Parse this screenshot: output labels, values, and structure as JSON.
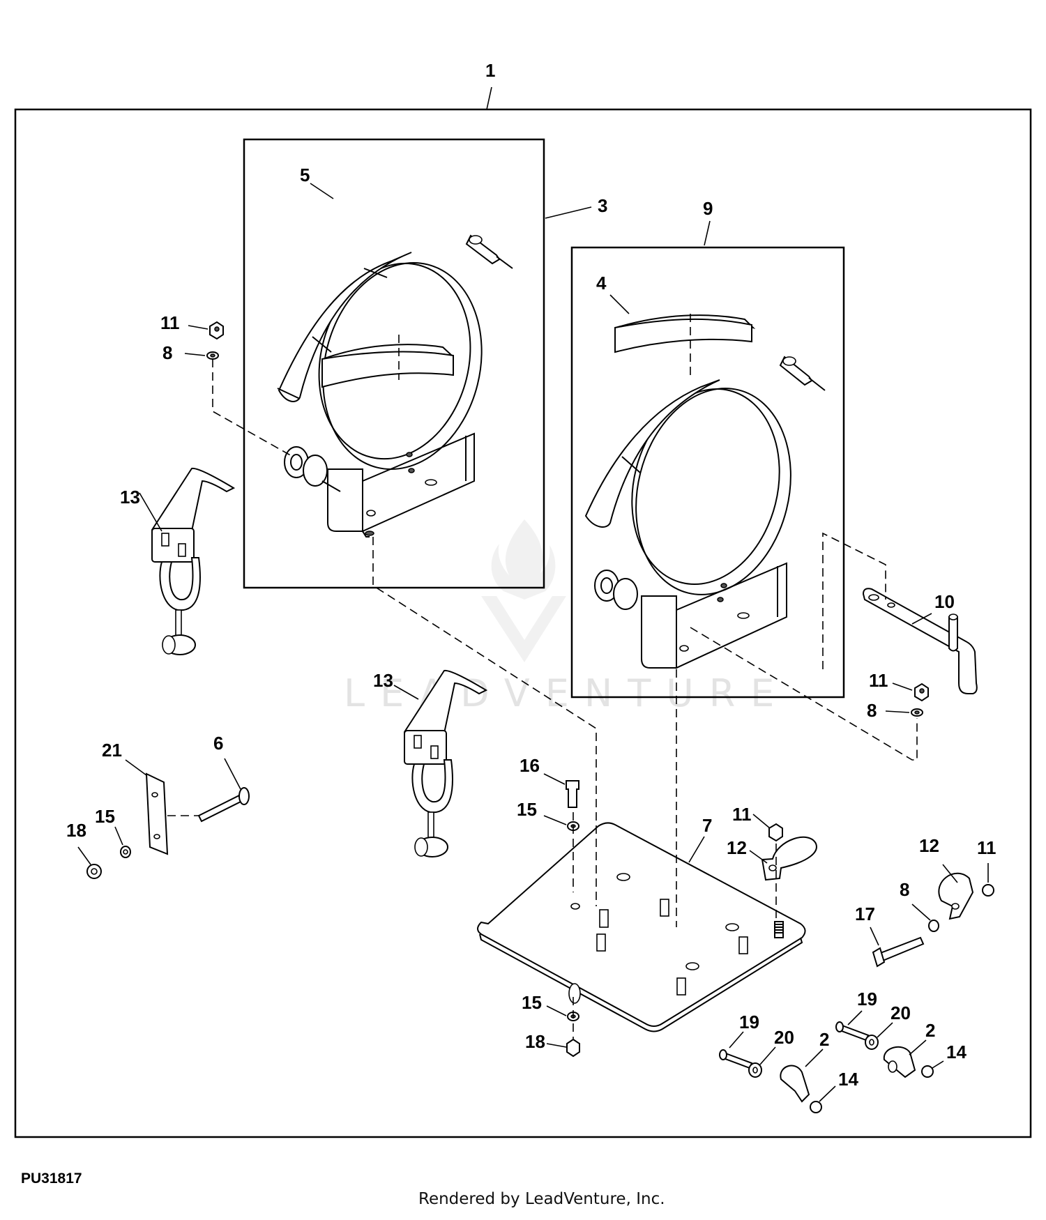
{
  "diagram": {
    "callouts": [
      {
        "id": "c1",
        "text": "1"
      },
      {
        "id": "c3",
        "text": "3"
      },
      {
        "id": "c5",
        "text": "5"
      },
      {
        "id": "c9",
        "text": "9"
      },
      {
        "id": "c4",
        "text": "4"
      },
      {
        "id": "c11a",
        "text": "11"
      },
      {
        "id": "c8a",
        "text": "8"
      },
      {
        "id": "c13a",
        "text": "13"
      },
      {
        "id": "c10",
        "text": "10"
      },
      {
        "id": "c11b",
        "text": "11"
      },
      {
        "id": "c8b",
        "text": "8"
      },
      {
        "id": "c13b",
        "text": "13"
      },
      {
        "id": "c21",
        "text": "21"
      },
      {
        "id": "c6",
        "text": "6"
      },
      {
        "id": "c15a",
        "text": "15"
      },
      {
        "id": "c18a",
        "text": "18"
      },
      {
        "id": "c16",
        "text": "16"
      },
      {
        "id": "c15b",
        "text": "15"
      },
      {
        "id": "c11c",
        "text": "11"
      },
      {
        "id": "c7",
        "text": "7"
      },
      {
        "id": "c12a",
        "text": "12"
      },
      {
        "id": "c12b",
        "text": "12"
      },
      {
        "id": "c11d",
        "text": "11"
      },
      {
        "id": "c8c",
        "text": "8"
      },
      {
        "id": "c17",
        "text": "17"
      },
      {
        "id": "c15c",
        "text": "15"
      },
      {
        "id": "c18b",
        "text": "18"
      },
      {
        "id": "c19a",
        "text": "19"
      },
      {
        "id": "c20a",
        "text": "20"
      },
      {
        "id": "c2a",
        "text": "2"
      },
      {
        "id": "c14a",
        "text": "14"
      },
      {
        "id": "c19b",
        "text": "19"
      },
      {
        "id": "c20b",
        "text": "20"
      },
      {
        "id": "c2b",
        "text": "2"
      },
      {
        "id": "c14b",
        "text": "14"
      }
    ],
    "diagram_id": "PU31817",
    "watermark": "LEADVENTURE"
  },
  "footer": {
    "credit": "Rendered by LeadVenture, Inc."
  }
}
